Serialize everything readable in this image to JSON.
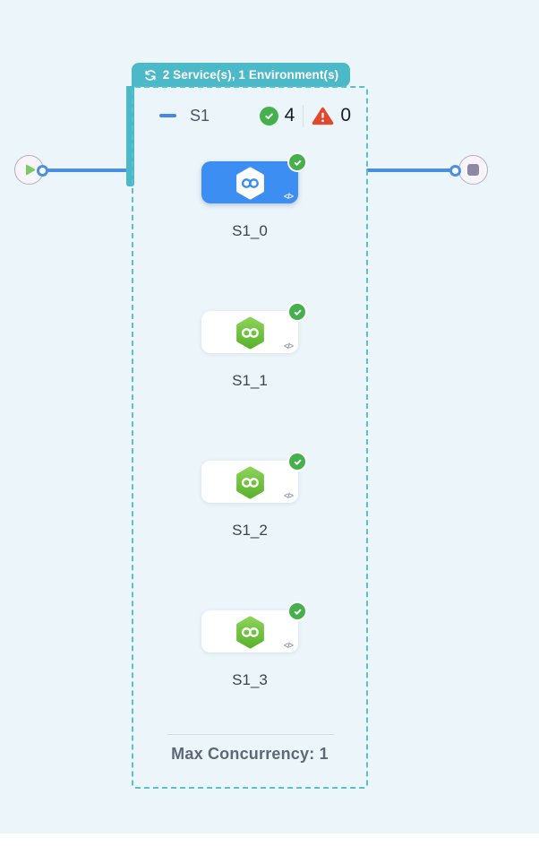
{
  "canvas": {
    "background": "#ecf5f9"
  },
  "group_badge": {
    "label": "2 Service(s), 1 Environment(s)",
    "icon": "sync-icon",
    "color": "#4cb9c9"
  },
  "group": {
    "name": "S1",
    "stats": {
      "passed": "4",
      "failed": "0"
    },
    "footer_label": "Max Concurrency: 1"
  },
  "nodes": [
    {
      "label": "S1_0",
      "selected": true,
      "status": "passed"
    },
    {
      "label": "S1_1",
      "selected": false,
      "status": "passed"
    },
    {
      "label": "S1_2",
      "selected": false,
      "status": "passed"
    },
    {
      "label": "S1_3",
      "selected": false,
      "status": "passed"
    }
  ],
  "icons": {
    "code_glyph": "</>"
  },
  "colors": {
    "accent_teal": "#4cb9c9",
    "selected_blue": "#3d8ef2",
    "edge_blue": "#4a90e2",
    "success_green": "#45b04d",
    "hex_green_top": "#8bd257",
    "hex_green_bottom": "#5ab32d",
    "error_red": "#e0492f"
  }
}
